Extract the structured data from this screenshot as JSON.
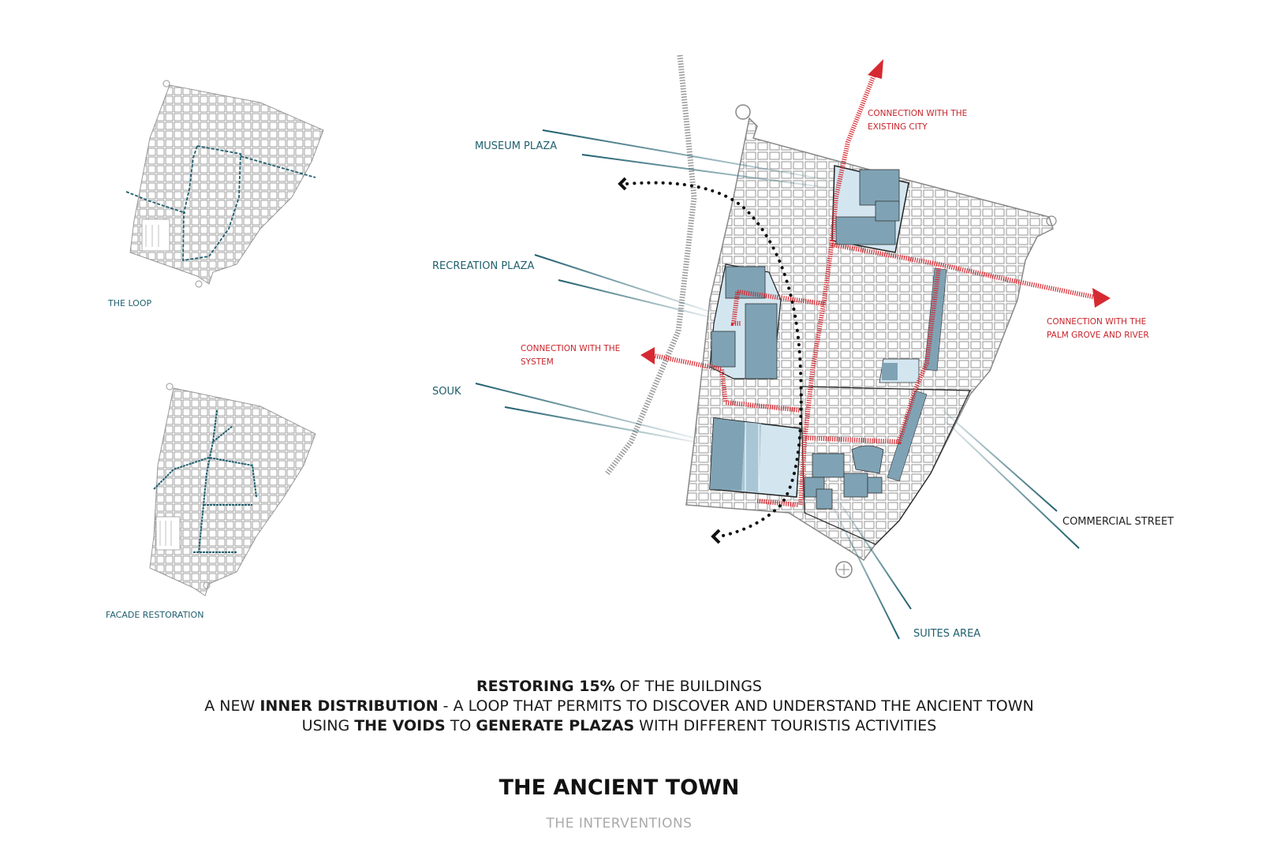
{
  "labels": {
    "museum_plaza": "MUSEUM PLAZA",
    "recreation_plaza": "RECREATION PLAZA",
    "souk": "SOUK",
    "commercial_street": "COMMERCIAL STREET",
    "suites_area": "SUITES AREA",
    "the_loop": "THE LOOP",
    "facade_restoration": "FACADE RESTORATION",
    "conn_existing_1": "CONNECTION WITH THE",
    "conn_existing_2": "EXISTING CITY",
    "conn_palm_1": "CONNECTION WITH THE",
    "conn_palm_2": "PALM GROVE AND RIVER",
    "conn_system_1": "CONNECTION WITH THE",
    "conn_system_2": "SYSTEM"
  },
  "caption": {
    "line1_bold": "RESTORING 15%",
    "line1_rest": " OF THE BUILDINGS",
    "line2_pre": "A NEW ",
    "line2_bold": "INNER  DISTRIBUTION",
    "line2_rest": " - A LOOP THAT PERMITS TO DISCOVER AND UNDERSTAND THE ANCIENT TOWN",
    "line3_pre": "USING ",
    "line3_bold1": "THE VOIDS",
    "line3_mid": " TO ",
    "line3_bold2": "GENERATE PLAZAS",
    "line3_rest": " WITH DIFFERENT TOURISTIS ACTIVITIES"
  },
  "title": "THE ANCIENT TOWN",
  "subtitle": "THE INTERVENTIONS",
  "colors": {
    "teal": "#1f5f6e",
    "red": "#c8242b",
    "plaza_fill": "#d3e6f0",
    "building_fill": "#7fa3b5",
    "outline": "#7a7a7a"
  }
}
